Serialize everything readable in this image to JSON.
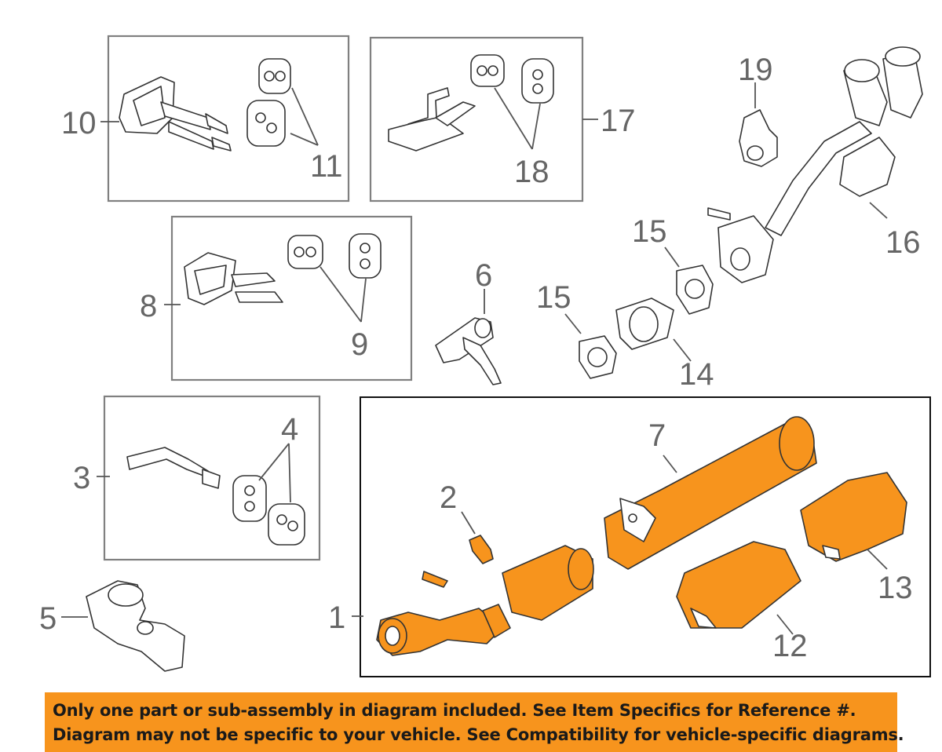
{
  "callouts": {
    "c1": "1",
    "c2": "2",
    "c3": "3",
    "c4": "4",
    "c5": "5",
    "c6": "6",
    "c7": "7",
    "c8": "8",
    "c9": "9",
    "c10": "10",
    "c11": "11",
    "c12": "12",
    "c13": "13",
    "c14": "14",
    "c15a": "15",
    "c15b": "15",
    "c16": "16",
    "c17": "17",
    "c18": "18",
    "c19": "19"
  },
  "disclaimer": {
    "line1": "Only one part or sub-assembly in diagram included. See Item Specifics for Reference #.",
    "line2": "Diagram may not be specific to your vehicle. See Compatibility for vehicle-specific diagrams."
  },
  "colors": {
    "highlight": "#F7941D",
    "box_border": "#808080",
    "callout_text": "#666666"
  }
}
